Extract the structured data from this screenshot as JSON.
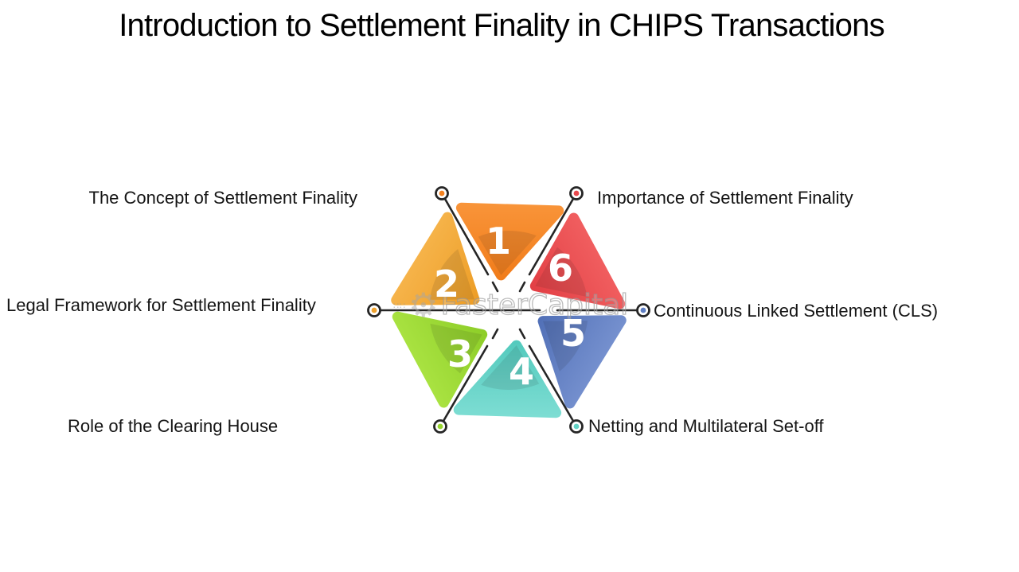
{
  "title": "Introduction to Settlement Finality in CHIPS Transactions",
  "watermark": {
    "text": "FasterCapital",
    "icon": "gear",
    "gear_glyph": "⚙",
    "dots_glyph": "∷∷"
  },
  "diagram": {
    "type": "hexagonal star cycle with 6 numbered triangle segments",
    "line_color": "#252525",
    "items": [
      {
        "number": "1",
        "label": "The Concept of Settlement Finality",
        "color": "#F5821F",
        "color_light": "#F9953A",
        "position": "top"
      },
      {
        "number": "2",
        "label": "Legal Framework for Settlement Finality",
        "color": "#F0A32F",
        "color_light": "#F6B44B",
        "position": "upper-left"
      },
      {
        "number": "3",
        "label": "Role of the Clearing House",
        "color": "#97D52E",
        "color_light": "#AAE342",
        "position": "lower-left"
      },
      {
        "number": "4",
        "label": "Netting and Multilateral Set-off",
        "color": "#62D2C5",
        "color_light": "#7FDED4",
        "position": "bottom"
      },
      {
        "number": "5",
        "label": "Continuous Linked Settlement (CLS)",
        "color": "#5F7FC4",
        "color_light": "#7691CF",
        "position": "lower-right"
      },
      {
        "number": "6",
        "label": "Importance of Settlement Finality",
        "color": "#EA4A4E",
        "color_light": "#F15F60",
        "position": "upper-right"
      }
    ]
  }
}
